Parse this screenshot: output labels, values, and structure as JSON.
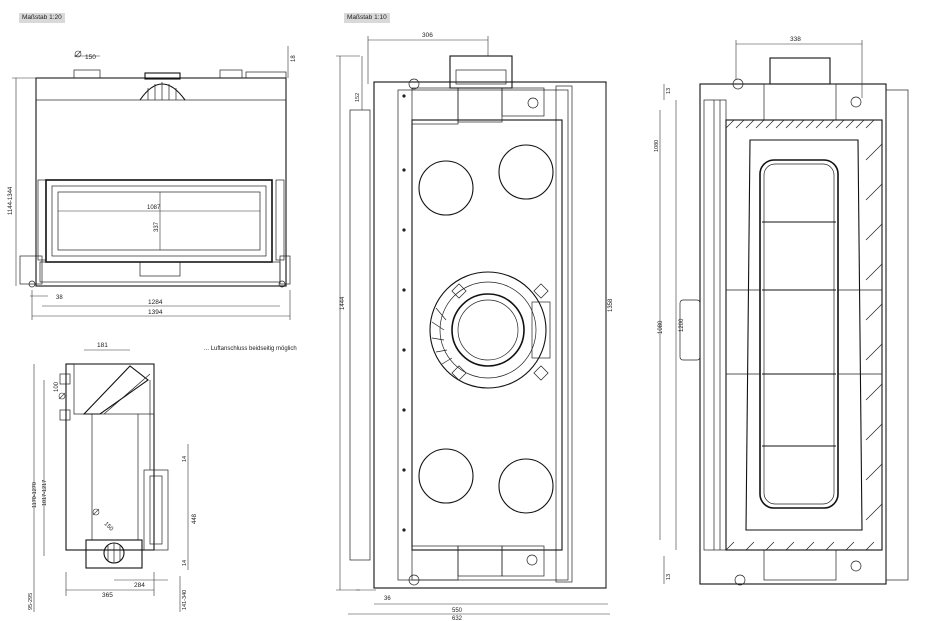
{
  "scale_labels": [
    "Maßstab 1:20",
    "Maßstab 1:10"
  ],
  "note": "... Luftanschluss beidseitig möglich",
  "front_view": {
    "dims": [
      "150",
      "18",
      "1144-1344",
      "1087",
      "337",
      "38",
      "1284",
      "1394"
    ]
  },
  "side_view": {
    "dims": [
      "181",
      "100",
      "1170-1270",
      "1017-1217",
      "14",
      "448",
      "150",
      "14",
      "284",
      "365",
      "95-295",
      "141-340"
    ]
  },
  "plan_view": {
    "dims": [
      "306",
      "152",
      "1444",
      "1358",
      "36",
      "550",
      "632"
    ]
  },
  "section_view": {
    "dims": [
      "338",
      "13",
      "1080",
      "1200",
      "1080",
      "13"
    ]
  }
}
